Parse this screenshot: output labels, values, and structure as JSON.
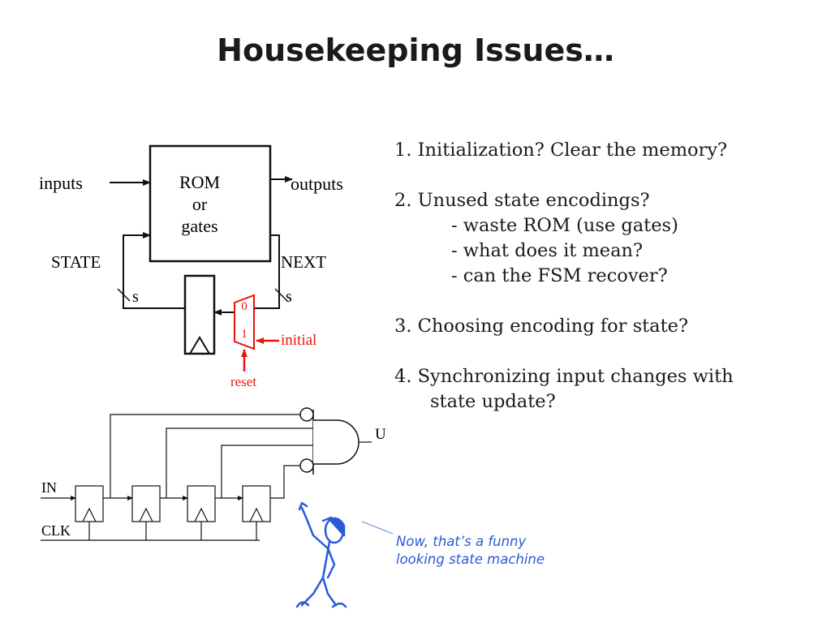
{
  "slide": {
    "title": "Housekeeping Issues…"
  },
  "issues": [
    {
      "number": "1.",
      "text": "Initialization?  Clear the memory?",
      "sub": []
    },
    {
      "number": "2.",
      "text": "Unused state encodings?",
      "sub": [
        "- waste ROM (use gates)",
        "- what does it mean?",
        "- can the FSM recover?"
      ]
    },
    {
      "number": "3.",
      "text": "Choosing encoding for state?",
      "sub": []
    },
    {
      "number": "4.",
      "text": "Synchronizing input changes with",
      "cont": "state update?",
      "sub": []
    }
  ],
  "fsm_diagram": {
    "rom_line1": "ROM",
    "rom_line2": "or",
    "rom_line3": "gates",
    "inputs": "inputs",
    "outputs": "outputs",
    "state": "STATE",
    "next": "NEXT",
    "bus_width_left": "s",
    "bus_width_right": "s",
    "mux_in0": "0",
    "mux_in1": "1",
    "initial": "initial",
    "reset": "reset"
  },
  "shift_diagram": {
    "in": "IN",
    "clk": "CLK",
    "output": "U"
  },
  "cartoon": {
    "caption_line1": "Now, that’s a funny",
    "caption_line2": "looking state machine"
  },
  "colors": {
    "reset_path": "#e8140c",
    "figure": "#2a5ad6",
    "ink": "#111111"
  }
}
